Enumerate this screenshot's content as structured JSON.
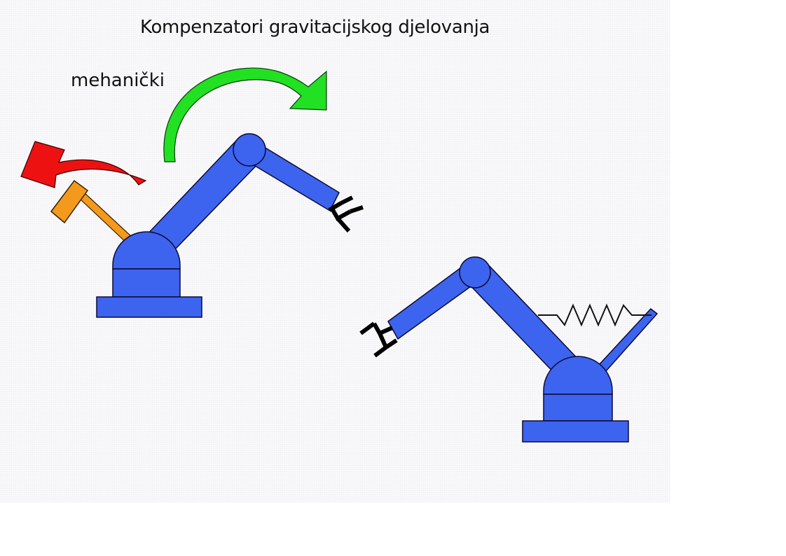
{
  "slide": {
    "title": "Kompenzatori gravitacijskog djelovanja",
    "label": "mehanički"
  },
  "colors": {
    "robot_body": "#3d64ee",
    "outline": "#0a0a3a",
    "counterweight": "#f39a1c",
    "arrow_green": "#22e022",
    "arrow_red": "#ee1111",
    "spring": "#111111"
  },
  "icons": [
    "robot-arm",
    "counterweight",
    "spring",
    "gripper",
    "curved-arrow"
  ]
}
